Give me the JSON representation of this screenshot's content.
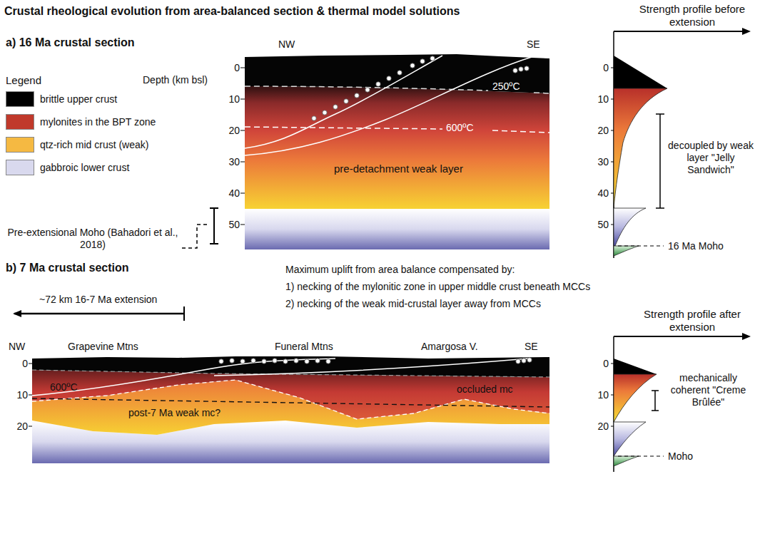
{
  "diagram": {
    "title": "Crustal rheological evolution from area-balanced section & thermal model solutions",
    "labels": [
      "a) 16 Ma crustal section",
      "NW",
      "SE",
      "Legend",
      "Depth (km bsl)",
      "0",
      "10",
      "20",
      "30",
      "40",
      "50",
      "250ºC",
      "600ºC",
      "pre-detachment weak layer",
      "Pre-extensional Moho (Bahadori et al., 2018)",
      "Strength profile before extension",
      "0",
      "10",
      "20",
      "30",
      "40",
      "50",
      "decoupled by weak layer \"Jelly Sandwich\"",
      "16 Ma Moho",
      "b) 7 Ma crustal section",
      "Maximum uplift from area balance compensated by:",
      "1) necking of the mylonitic zone in upper middle crust beneath MCCs",
      "2) necking of the weak mid-crustal layer away from MCCs",
      "~72 km 16-7 Ma extension",
      "NW",
      "Grapevine Mtns",
      "Funeral Mtns",
      "Amargosa V.",
      "SE",
      "0",
      "10",
      "20",
      "600ºC",
      "post-7 Ma weak mc?",
      "occluded mc",
      "Strength profile after extension",
      "0",
      "10",
      "20",
      "mechanically coherent \"Creme Brûlée\"",
      "Moho"
    ],
    "legend": [
      {
        "text": "brittle upper crust",
        "color": "#000000"
      },
      {
        "text": "mylonites in the BPT zone",
        "color": "#c0392b"
      },
      {
        "text": "qtz-rich mid crust (weak)",
        "color": "#f5b942"
      },
      {
        "text": "gabbroic lower crust",
        "color": "#d9d9ee"
      }
    ]
  }
}
